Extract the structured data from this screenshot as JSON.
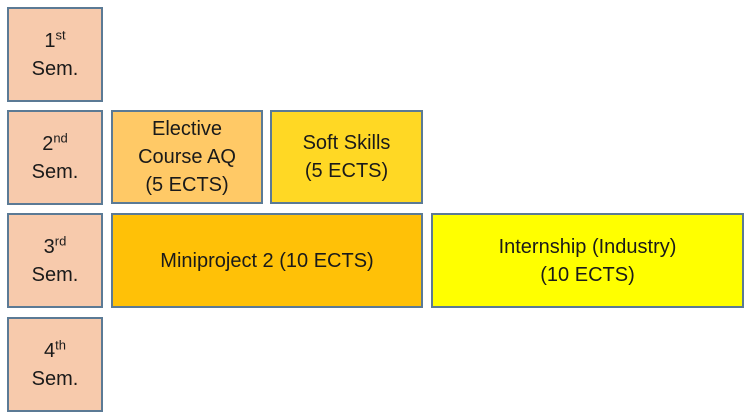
{
  "semesters": [
    {
      "num": "1",
      "suffix": "st",
      "label": "Sem."
    },
    {
      "num": "2",
      "suffix": "nd",
      "label": "Sem."
    },
    {
      "num": "3",
      "suffix": "rd",
      "label": "Sem."
    },
    {
      "num": "4",
      "suffix": "th",
      "label": "Sem."
    }
  ],
  "courses": {
    "elective": {
      "lines": [
        "Elective",
        "Course AQ",
        "(5 ECTS)"
      ],
      "color": "#ffc966"
    },
    "softskills": {
      "lines": [
        "Soft Skills",
        "(5 ECTS)"
      ],
      "color": "#ffd824"
    },
    "mini": {
      "lines": [
        "Miniproject 2 (10 ECTS)"
      ],
      "color": "#ffc107"
    },
    "intern": {
      "lines": [
        "Internship (Industry)",
        "(10 ECTS)"
      ],
      "color": "#ffff00"
    }
  },
  "colors": {
    "semester_fill": "#f7caac",
    "border": "#5b7a95"
  }
}
